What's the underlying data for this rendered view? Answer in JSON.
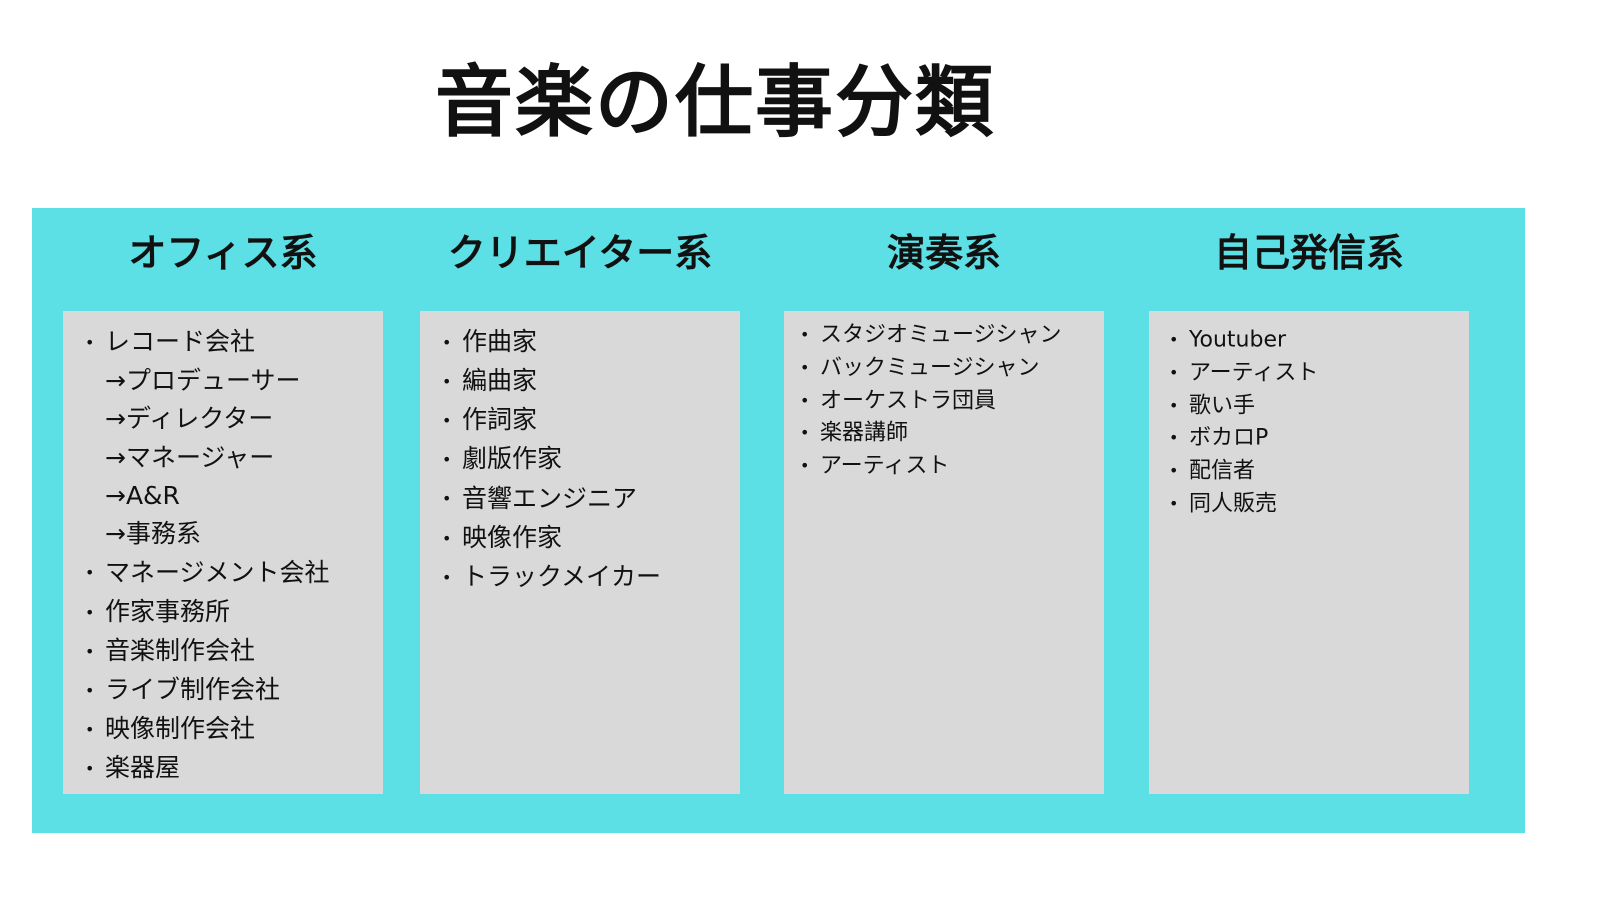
{
  "title": "音楽の仕事分類",
  "colors": {
    "board": "#5ce0e6",
    "panel": "#d9d9d9"
  },
  "columns": [
    {
      "heading": "オフィス系",
      "items": [
        {
          "text": "レコード会社",
          "type": "bullet"
        },
        {
          "text": "→プロデューサー",
          "type": "sub"
        },
        {
          "text": "→ディレクター",
          "type": "sub"
        },
        {
          "text": "→マネージャー",
          "type": "sub"
        },
        {
          "text": "→A&R",
          "type": "sub"
        },
        {
          "text": "→事務系",
          "type": "sub"
        },
        {
          "text": "マネージメント会社",
          "type": "bullet"
        },
        {
          "text": "作家事務所",
          "type": "bullet"
        },
        {
          "text": "音楽制作会社",
          "type": "bullet"
        },
        {
          "text": "ライブ制作会社",
          "type": "bullet"
        },
        {
          "text": "映像制作会社",
          "type": "bullet"
        },
        {
          "text": "楽器屋",
          "type": "bullet"
        }
      ]
    },
    {
      "heading": "クリエイター系",
      "items": [
        {
          "text": "作曲家",
          "type": "bullet"
        },
        {
          "text": "編曲家",
          "type": "bullet"
        },
        {
          "text": "作詞家",
          "type": "bullet"
        },
        {
          "text": "劇版作家",
          "type": "bullet"
        },
        {
          "text": "音響エンジニア",
          "type": "bullet"
        },
        {
          "text": "映像作家",
          "type": "bullet"
        },
        {
          "text": "トラックメイカー",
          "type": "bullet"
        }
      ]
    },
    {
      "heading": "演奏系",
      "items": [
        {
          "text": "スタジオミュージシャン",
          "type": "bullet"
        },
        {
          "text": "バックミュージシャン",
          "type": "bullet"
        },
        {
          "text": "オーケストラ団員",
          "type": "bullet"
        },
        {
          "text": "楽器講師",
          "type": "bullet"
        },
        {
          "text": "アーティスト",
          "type": "bullet"
        }
      ]
    },
    {
      "heading": "自己発信系",
      "items": [
        {
          "text": "Youtuber",
          "type": "bullet"
        },
        {
          "text": "アーティスト",
          "type": "bullet"
        },
        {
          "text": "歌い手",
          "type": "bullet"
        },
        {
          "text": "ボカロP",
          "type": "bullet"
        },
        {
          "text": "配信者",
          "type": "bullet"
        },
        {
          "text": "同人販売",
          "type": "bullet"
        }
      ]
    }
  ]
}
